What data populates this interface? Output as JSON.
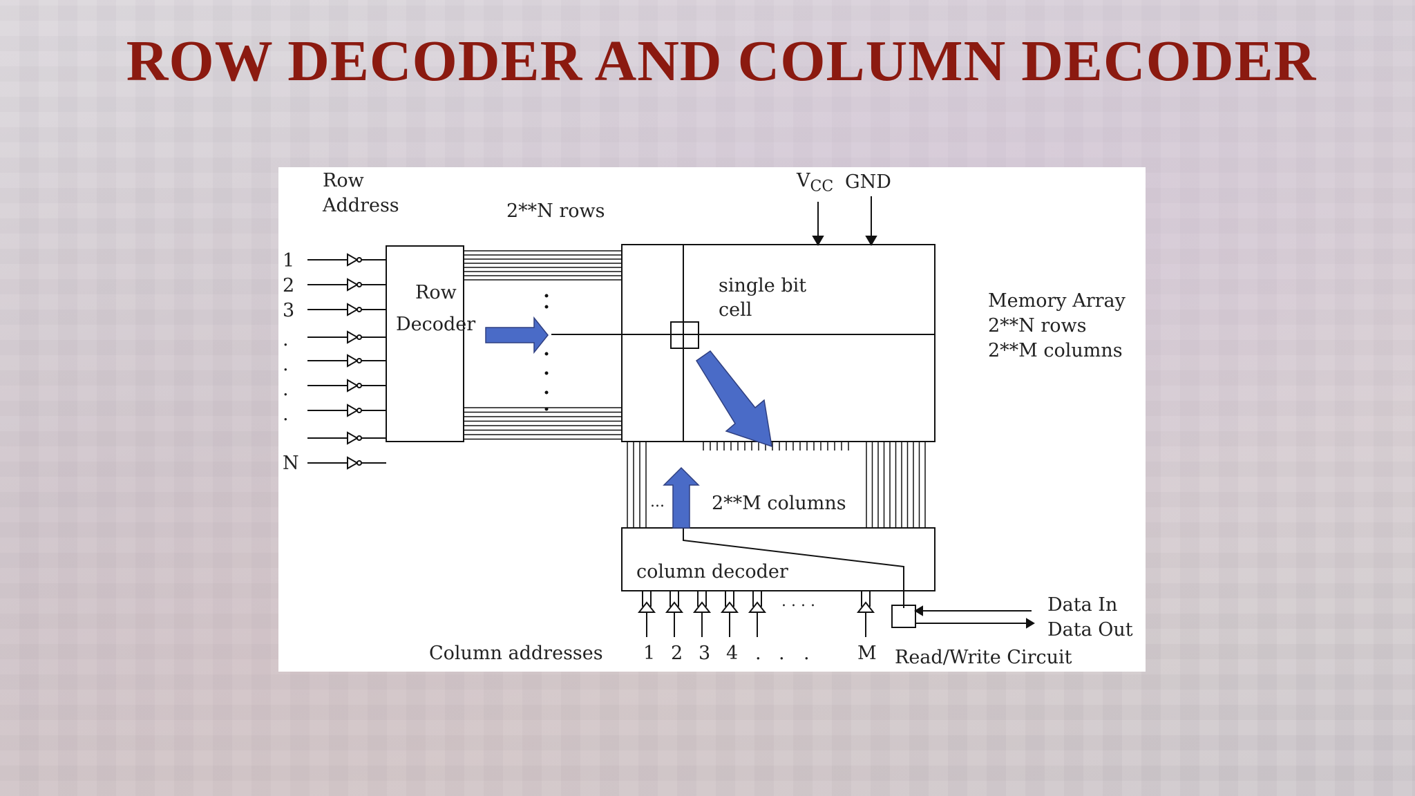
{
  "title": "ROW DECODER AND COLUMN DECODER",
  "diagram": {
    "row_address_line1": "Row",
    "row_address_line2": "Address",
    "rows_label": "2**N rows",
    "vcc_main": "V",
    "vcc_sub": "CC",
    "gnd": "GND",
    "row_decoder_line1": "Row",
    "row_decoder_line2": "Decoder",
    "single_bit_line1": "single bit",
    "single_bit_line2": "cell",
    "memory_array_line1": "Memory Array",
    "memory_array_line2": "2**N rows",
    "memory_array_line3": "2**M columns",
    "row_inputs": [
      "1",
      "2",
      "3",
      ".",
      ".",
      ".",
      ".",
      "N"
    ],
    "columns_label": "2**M columns",
    "column_dots": "...",
    "column_decoder": "column decoder",
    "column_addresses": "Column addresses",
    "column_inputs": [
      "1",
      "2",
      "3",
      "4",
      ".",
      ".",
      ".",
      "M"
    ],
    "col_dots_top": ". . . .",
    "data_in": "Data In",
    "data_out": "Data Out",
    "rw_circuit": "Read/Write Circuit",
    "arrow_color": "#4a6bc7"
  }
}
